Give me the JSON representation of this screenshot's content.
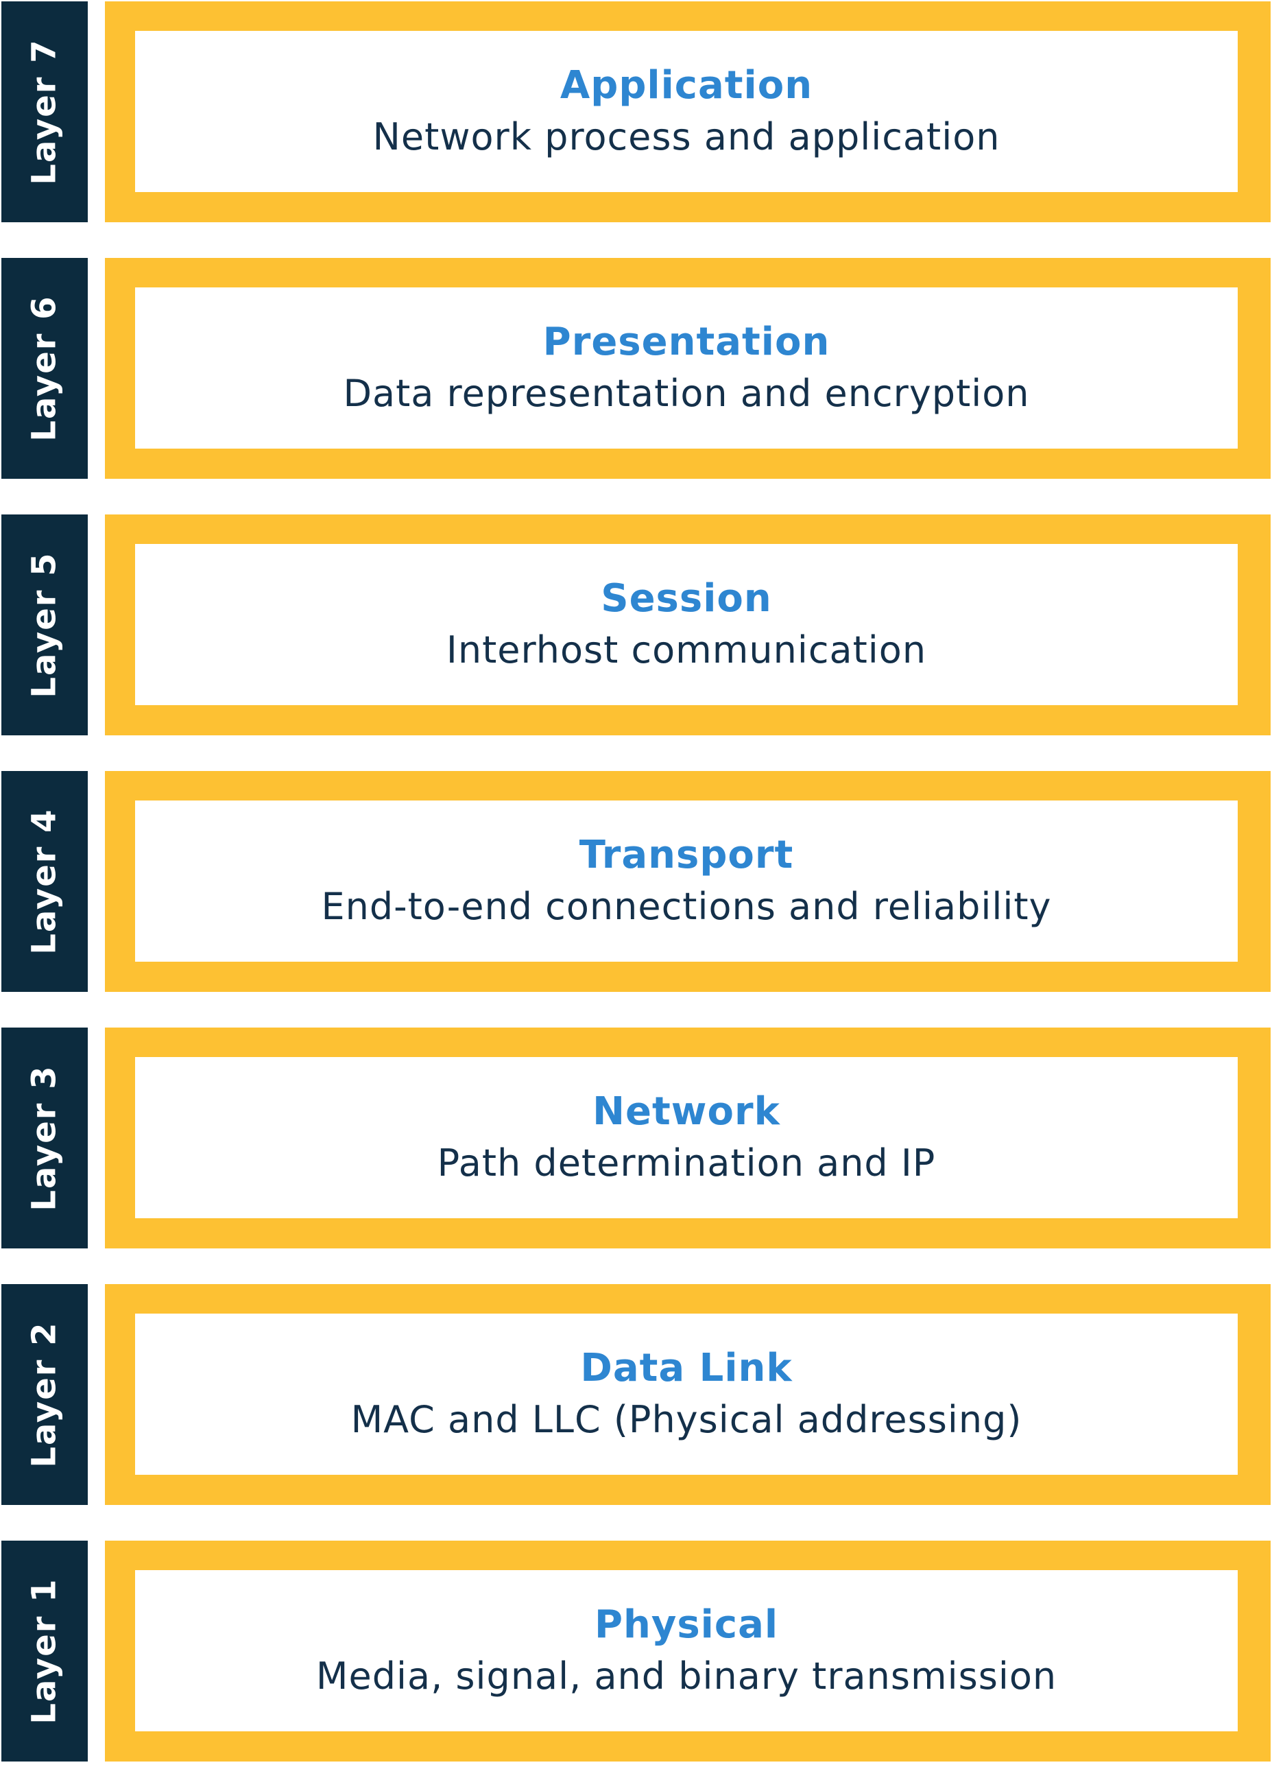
{
  "palette": {
    "label_bar_background": "#0C2B3E",
    "box_border": "#FDC133",
    "box_background": "#FFFFFF",
    "title_color": "#2E86D1",
    "description_color": "#14304A",
    "label_text_color": "#FFFFFF"
  },
  "layers": [
    {
      "label": "Layer 7",
      "title": "Application",
      "description": "Network process and application"
    },
    {
      "label": "Layer 6",
      "title": "Presentation",
      "description": "Data representation and encryption"
    },
    {
      "label": "Layer 5",
      "title": "Session",
      "description": "Interhost communication"
    },
    {
      "label": "Layer 4",
      "title": "Transport",
      "description": "End-to-end connections and reliability"
    },
    {
      "label": "Layer 3",
      "title": "Network",
      "description": "Path determination and IP"
    },
    {
      "label": "Layer 2",
      "title": "Data Link",
      "description": "MAC and LLC (Physical addressing)"
    },
    {
      "label": "Layer 1",
      "title": "Physical",
      "description": "Media, signal, and binary transmission"
    }
  ]
}
